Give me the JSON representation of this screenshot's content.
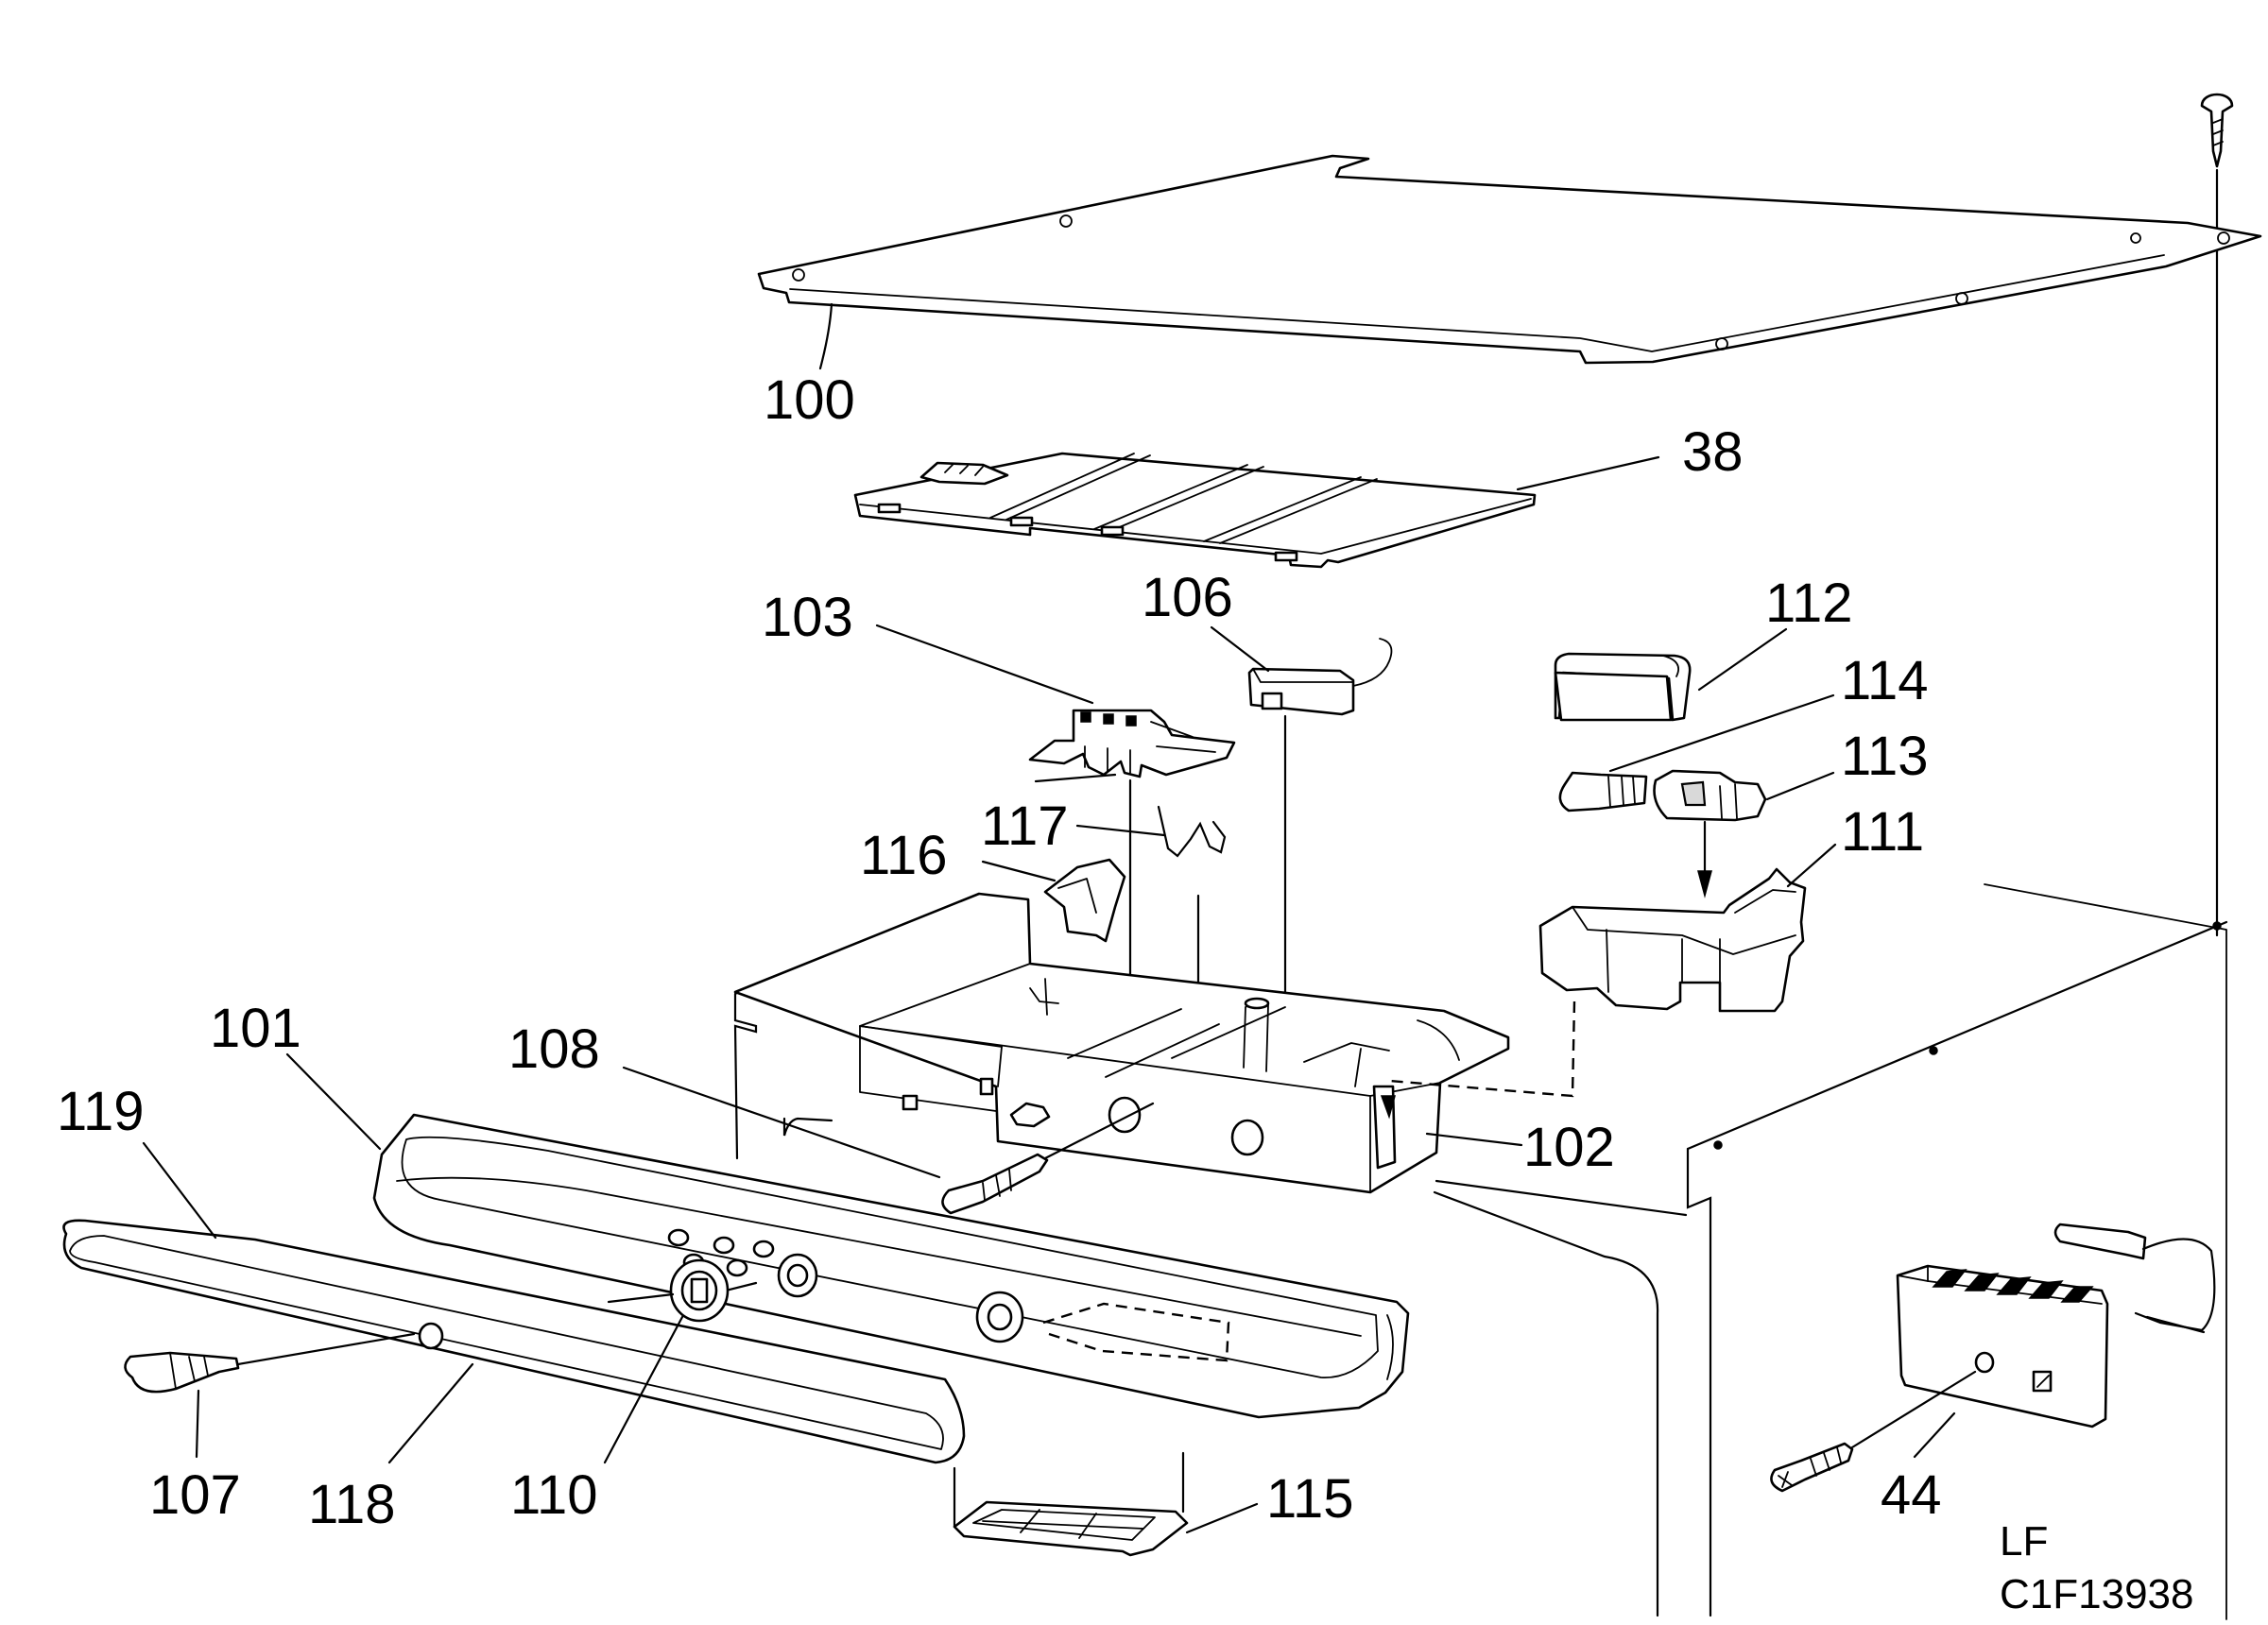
{
  "colors": {
    "ink": "#000000",
    "paper": "#ffffff",
    "shade": "#d9d9d9"
  },
  "callouts": {
    "p100": "100",
    "p38": "38",
    "p103": "103",
    "p106": "106",
    "p112": "112",
    "p114": "114",
    "p113": "113",
    "p111": "111",
    "p117": "117",
    "p116": "116",
    "p101": "101",
    "p108": "108",
    "p119": "119",
    "p102": "102",
    "p107": "107",
    "p118": "118",
    "p110": "110",
    "p115": "115",
    "p44": "44"
  },
  "reference": {
    "view": "LF",
    "code": "C1F13938"
  }
}
